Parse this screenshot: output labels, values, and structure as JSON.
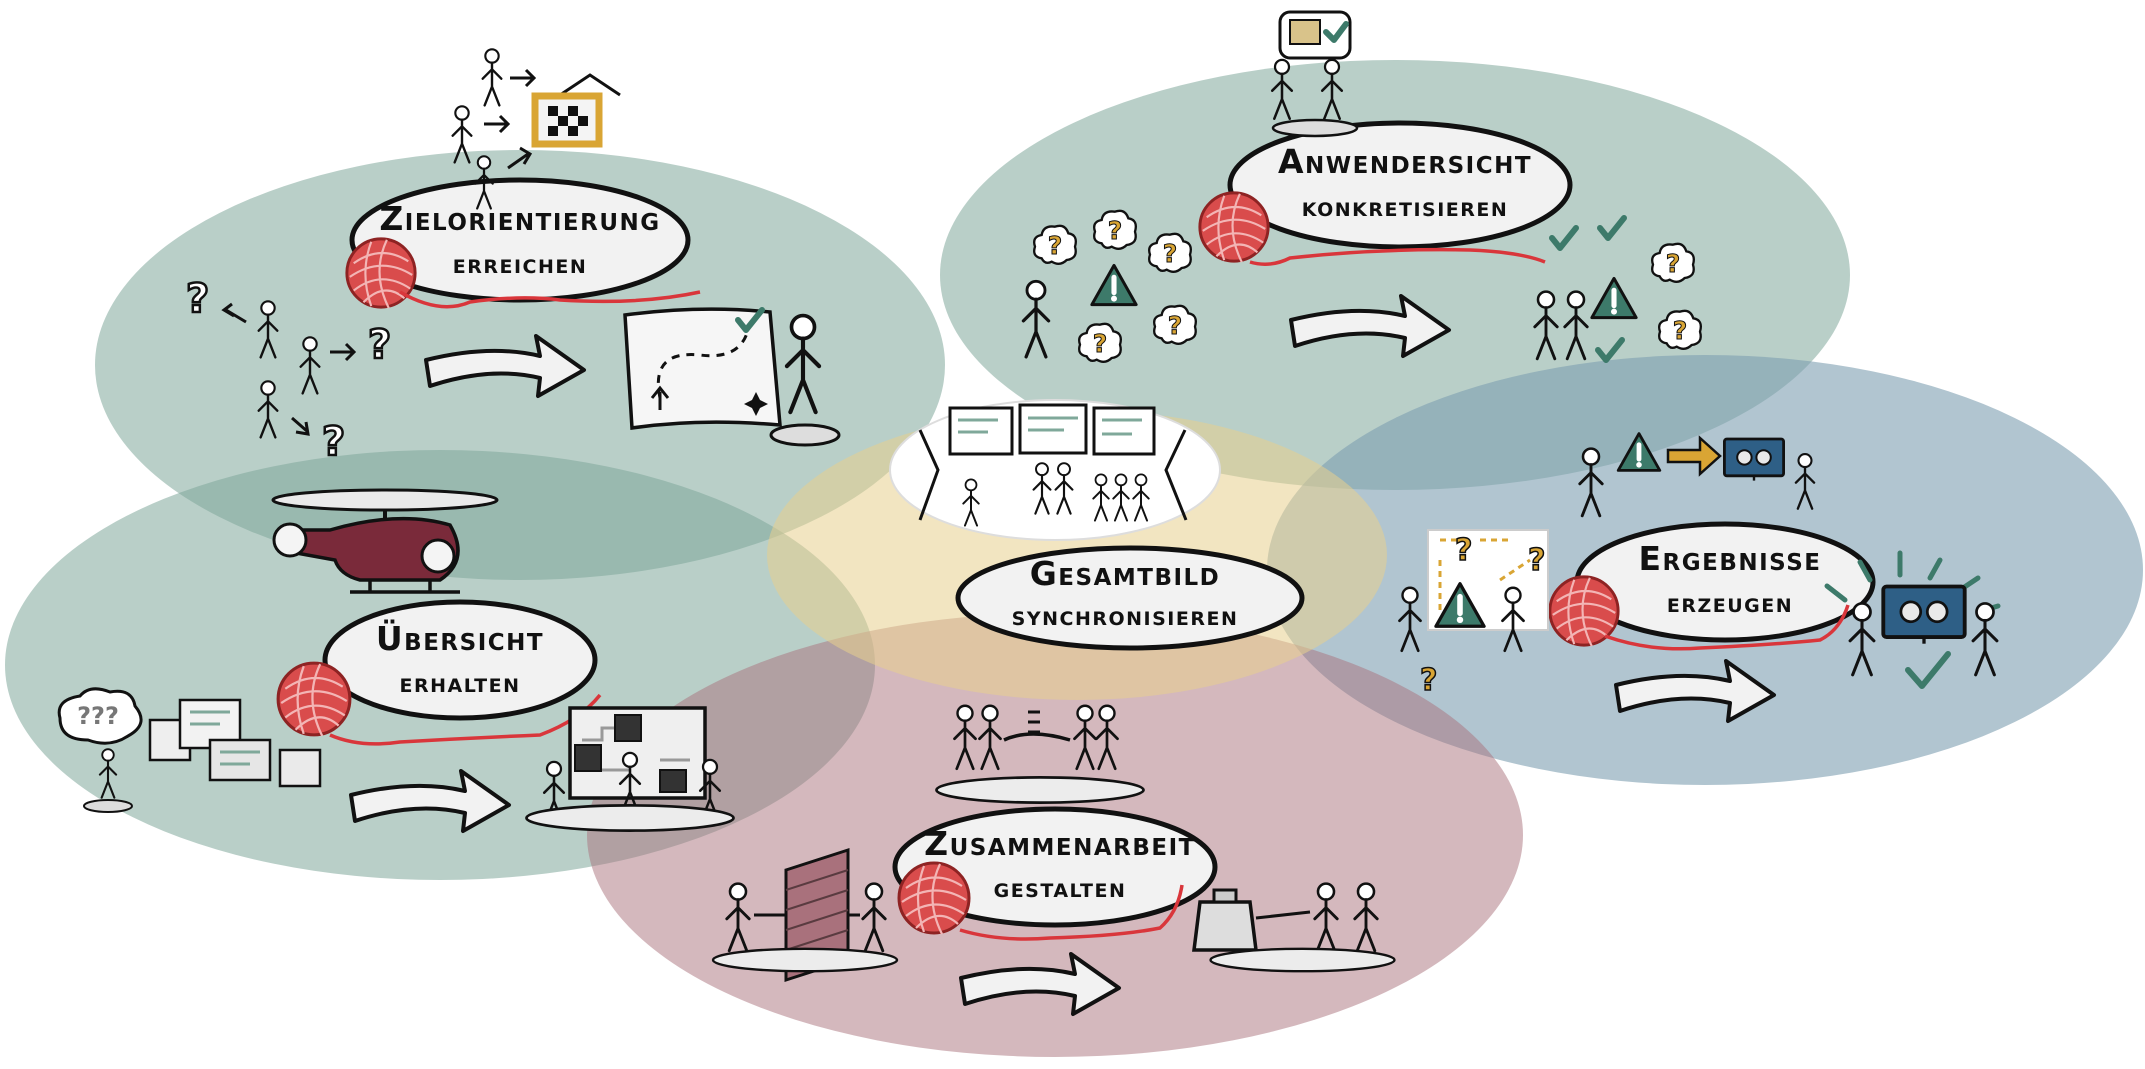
{
  "colors": {
    "teal": "#7fa89a",
    "blue": "#7d9fb1",
    "mauve": "#a9717c",
    "gold": "#e7cf8e",
    "yarn": "#d94c4c",
    "thread": "#d9363b",
    "dark_teal": "#3d7a6a",
    "maroon": "#7a2a3a"
  },
  "center": {
    "line1": "Gesamtbild",
    "line2": "synchronisieren"
  },
  "topics": [
    {
      "id": "zielorientierung",
      "line1": "Zielorientierung",
      "line2": "erreichen"
    },
    {
      "id": "anwendersicht",
      "line1": "Anwendersicht",
      "line2": "konkretisieren"
    },
    {
      "id": "uebersicht",
      "line1": "Übersicht",
      "line2": "erhalten"
    },
    {
      "id": "ergebnisse",
      "line1": "Ergebnisse",
      "line2": "erzeugen"
    },
    {
      "id": "zusammenarbeit",
      "line1": "Zusammenarbeit",
      "line2": "gestalten"
    }
  ]
}
